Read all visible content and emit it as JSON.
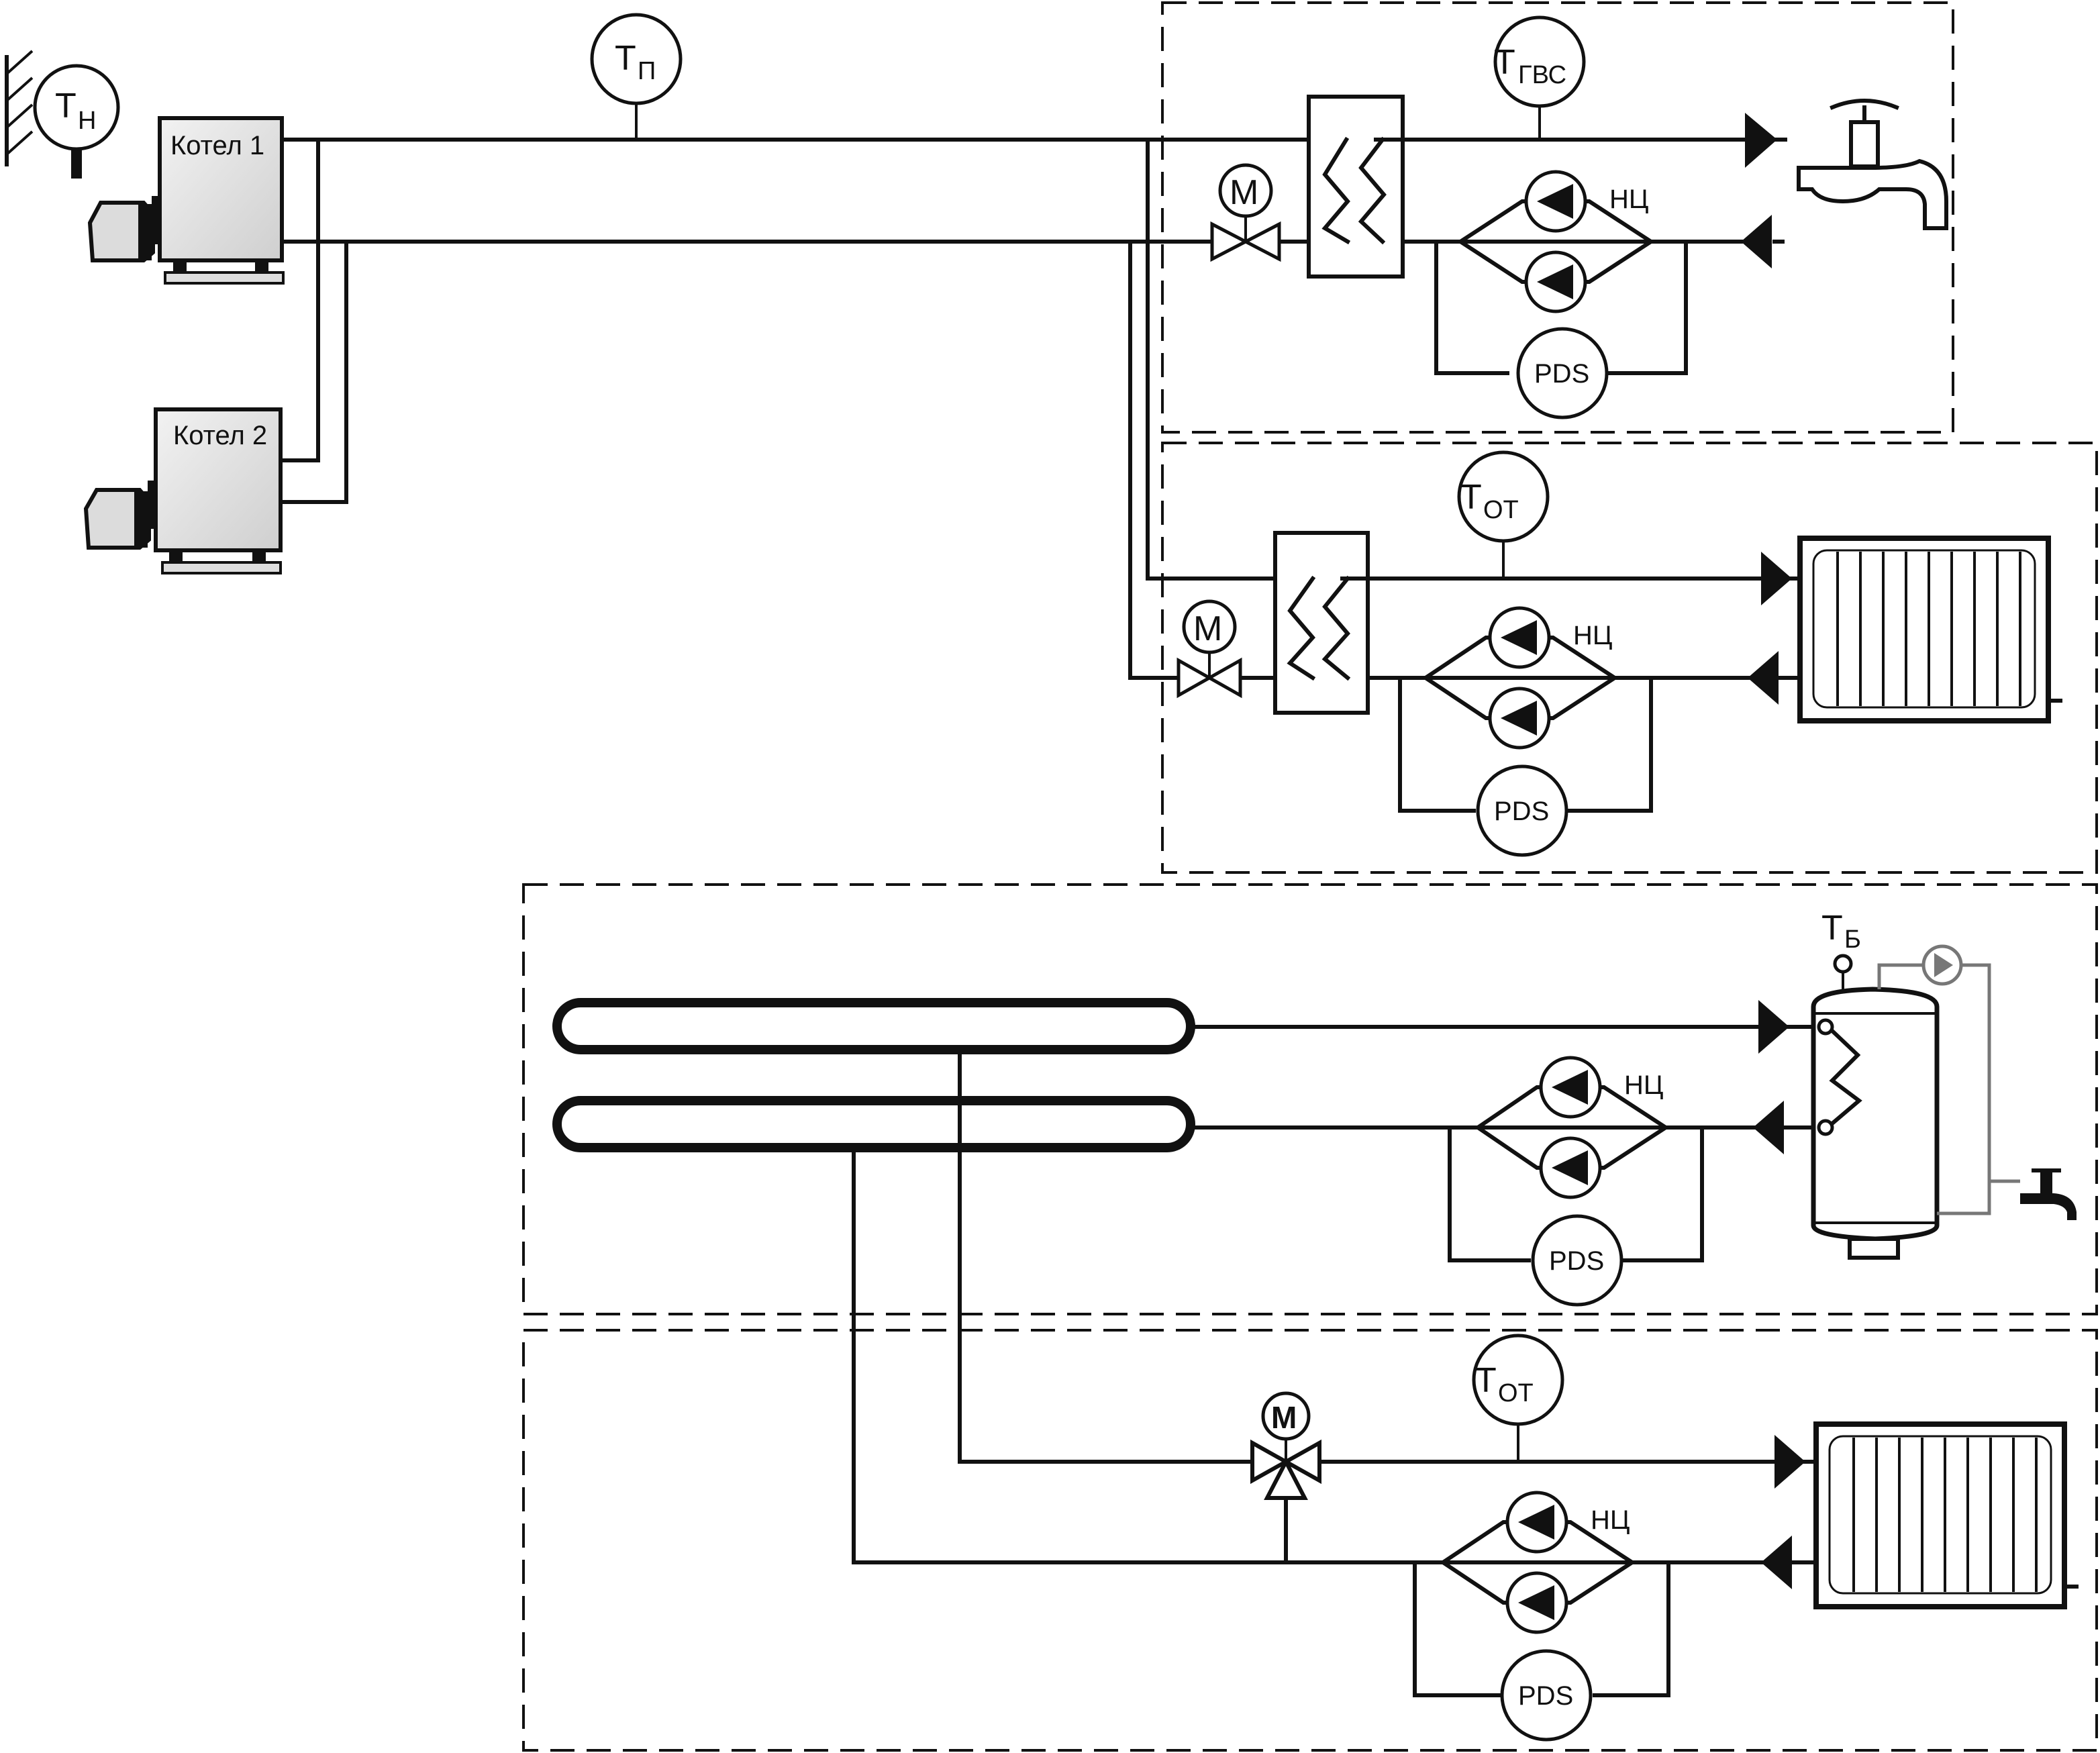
{
  "boilers": {
    "boiler1": "Котел 1",
    "boiler2": "Котел 2"
  },
  "sensors": {
    "outdoor": {
      "main": "Т",
      "sub": "Н"
    },
    "supply": {
      "main": "Т",
      "sub": "П"
    },
    "dhw": {
      "main": "Т",
      "sub": "ГВС"
    },
    "heating1": {
      "main": "Т",
      "sub": "ОТ"
    },
    "heating2": {
      "main": "Т",
      "sub": "ОТ"
    },
    "tank": {
      "main": "Т",
      "sub": "Б"
    }
  },
  "labels": {
    "motor": "М",
    "pump_group": "НЦ",
    "pressure_switch": "PDS"
  },
  "colors": {
    "line": "#111111",
    "grey_line": "#777777",
    "boiler_fill": "#e8e8e8"
  }
}
